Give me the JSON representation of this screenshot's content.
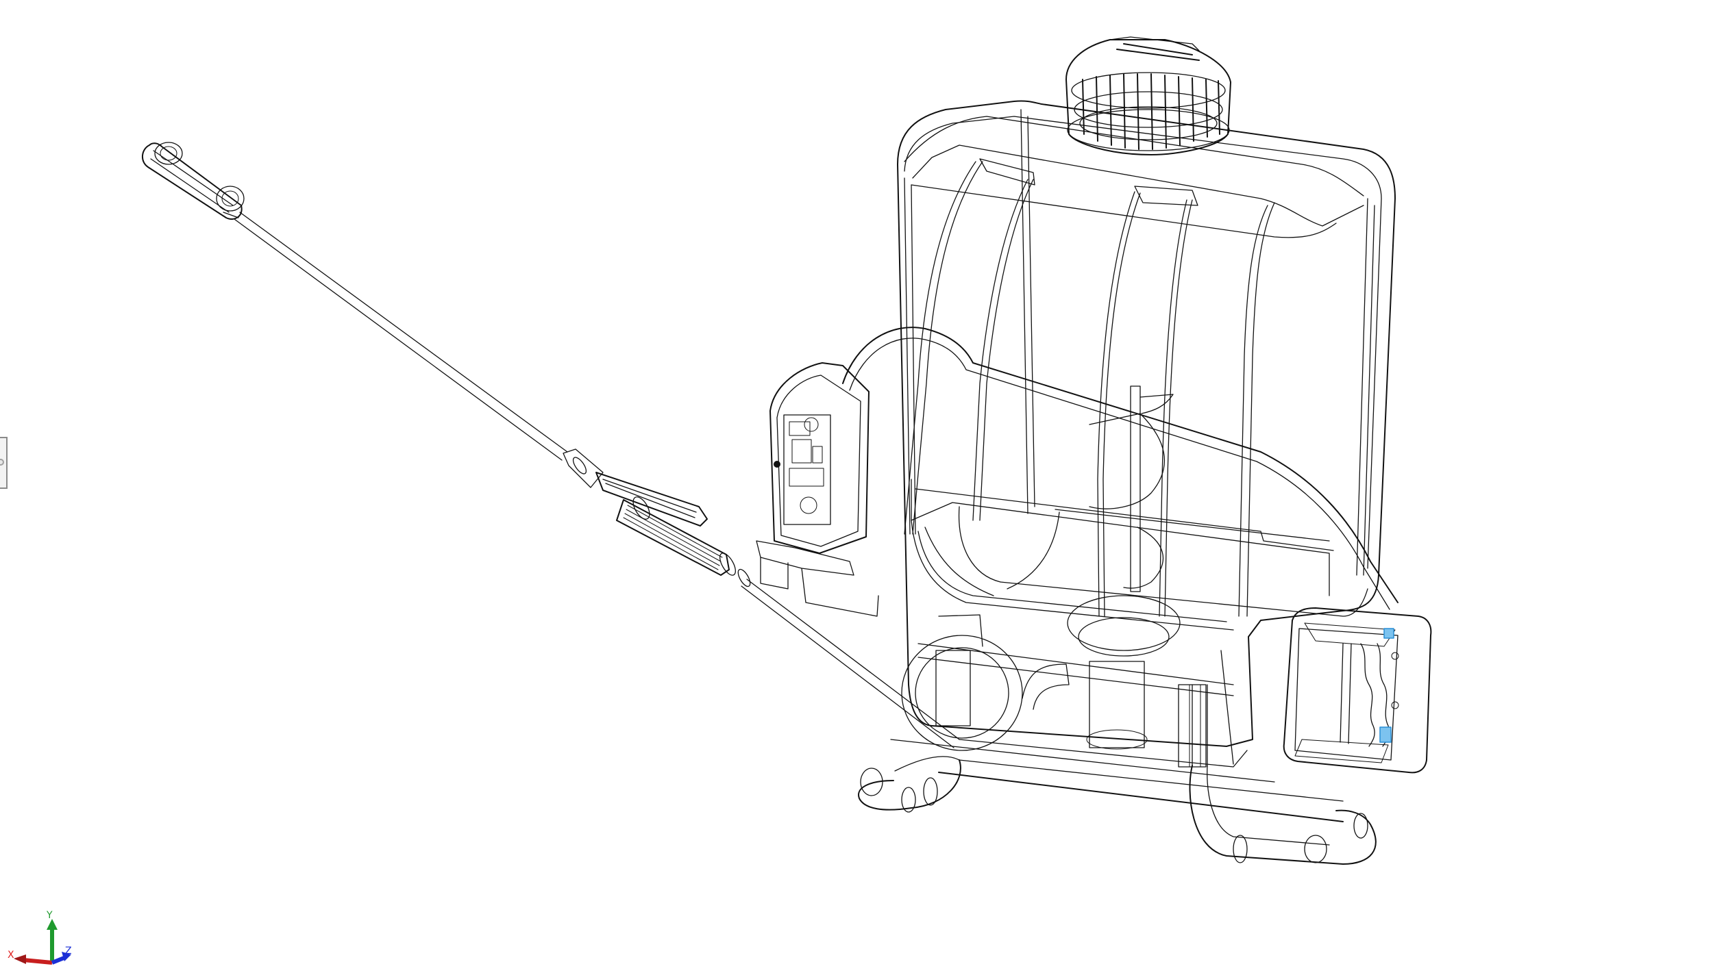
{
  "viewport": {
    "background": "#ffffff",
    "render_mode": "wireframe",
    "model_line_color": "#111111",
    "highlight_color": "#2a8fd6"
  },
  "side_panel_tab": {
    "icon": "collapse-handle-icon",
    "state": "collapsed"
  },
  "triad": {
    "x_label": "X",
    "y_label": "Y",
    "z_label": "Z",
    "x_color": "#e02020",
    "y_color": "#1f9a2e",
    "z_color": "#1b2fd6"
  },
  "model": {
    "parts": [
      {
        "name": "tank"
      },
      {
        "name": "tank-cap"
      },
      {
        "name": "spray-wand"
      },
      {
        "name": "wand-handle-grip"
      },
      {
        "name": "spray-nozzle"
      },
      {
        "name": "control-box"
      },
      {
        "name": "battery-pack"
      },
      {
        "name": "pump-assembly"
      },
      {
        "name": "base-frame"
      },
      {
        "name": "hose"
      }
    ]
  }
}
